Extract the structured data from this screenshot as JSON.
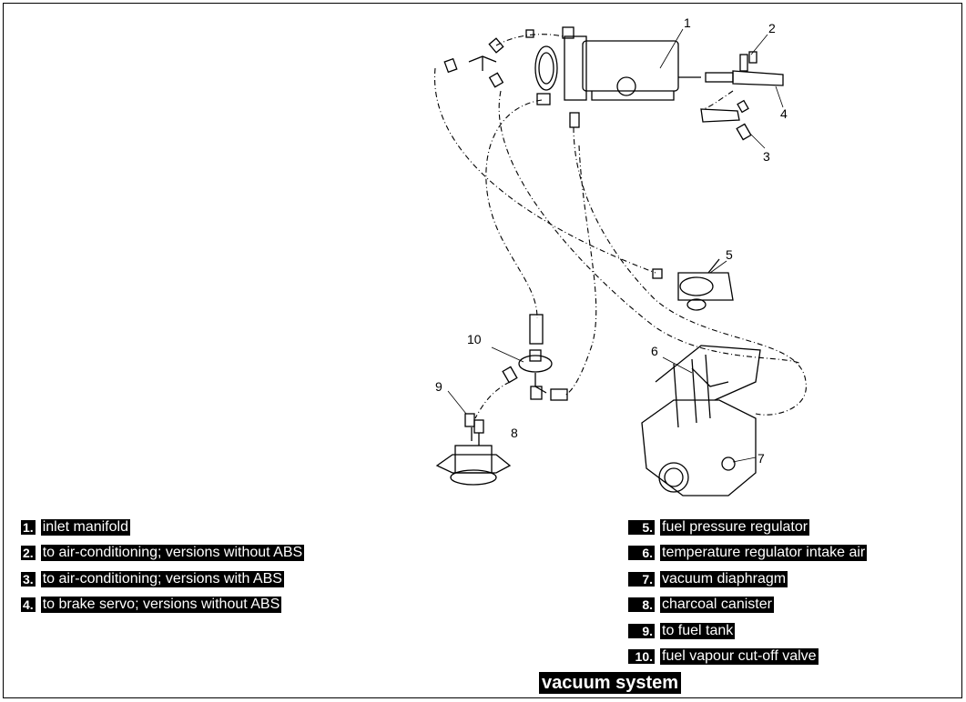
{
  "diagram": {
    "callouts": [
      "1",
      "2",
      "3",
      "4",
      "5",
      "6",
      "7",
      "8",
      "9",
      "10"
    ]
  },
  "legend_left": [
    {
      "num": "1.",
      "text": "inlet manifold"
    },
    {
      "num": "2.",
      "text": "to air-conditioning; versions without ABS"
    },
    {
      "num": "3.",
      "text": "to air-conditioning; versions with ABS"
    },
    {
      "num": "4.",
      "text": "to brake servo; versions without ABS"
    }
  ],
  "legend_right": [
    {
      "num": "5.",
      "text": "fuel pressure regulator"
    },
    {
      "num": "6.",
      "text": "temperature regulator intake air"
    },
    {
      "num": "7.",
      "text": "vacuum diaphragm"
    },
    {
      "num": "8.",
      "text": "charcoal canister"
    },
    {
      "num": "9.",
      "text": "to fuel tank"
    },
    {
      "num": "10.",
      "text": "fuel vapour cut-off valve"
    }
  ],
  "caption": "vacuum system"
}
